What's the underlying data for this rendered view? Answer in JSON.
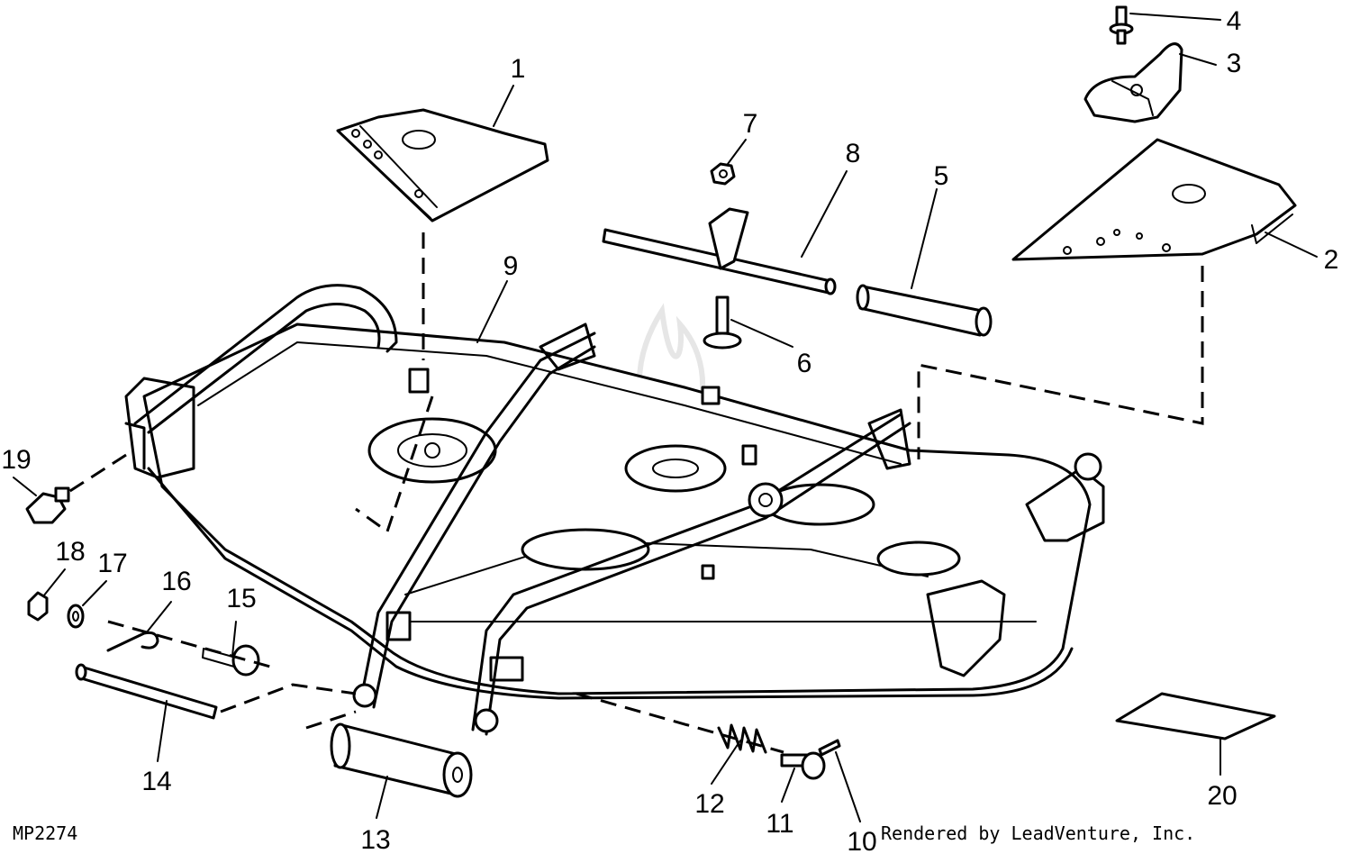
{
  "diagram": {
    "code": "MP2274",
    "credit": "Rendered by LeadVenture, Inc.",
    "callouts": [
      "1",
      "2",
      "3",
      "4",
      "5",
      "6",
      "7",
      "8",
      "9",
      "10",
      "11",
      "12",
      "13",
      "14",
      "15",
      "16",
      "17",
      "18",
      "19",
      "20"
    ]
  }
}
